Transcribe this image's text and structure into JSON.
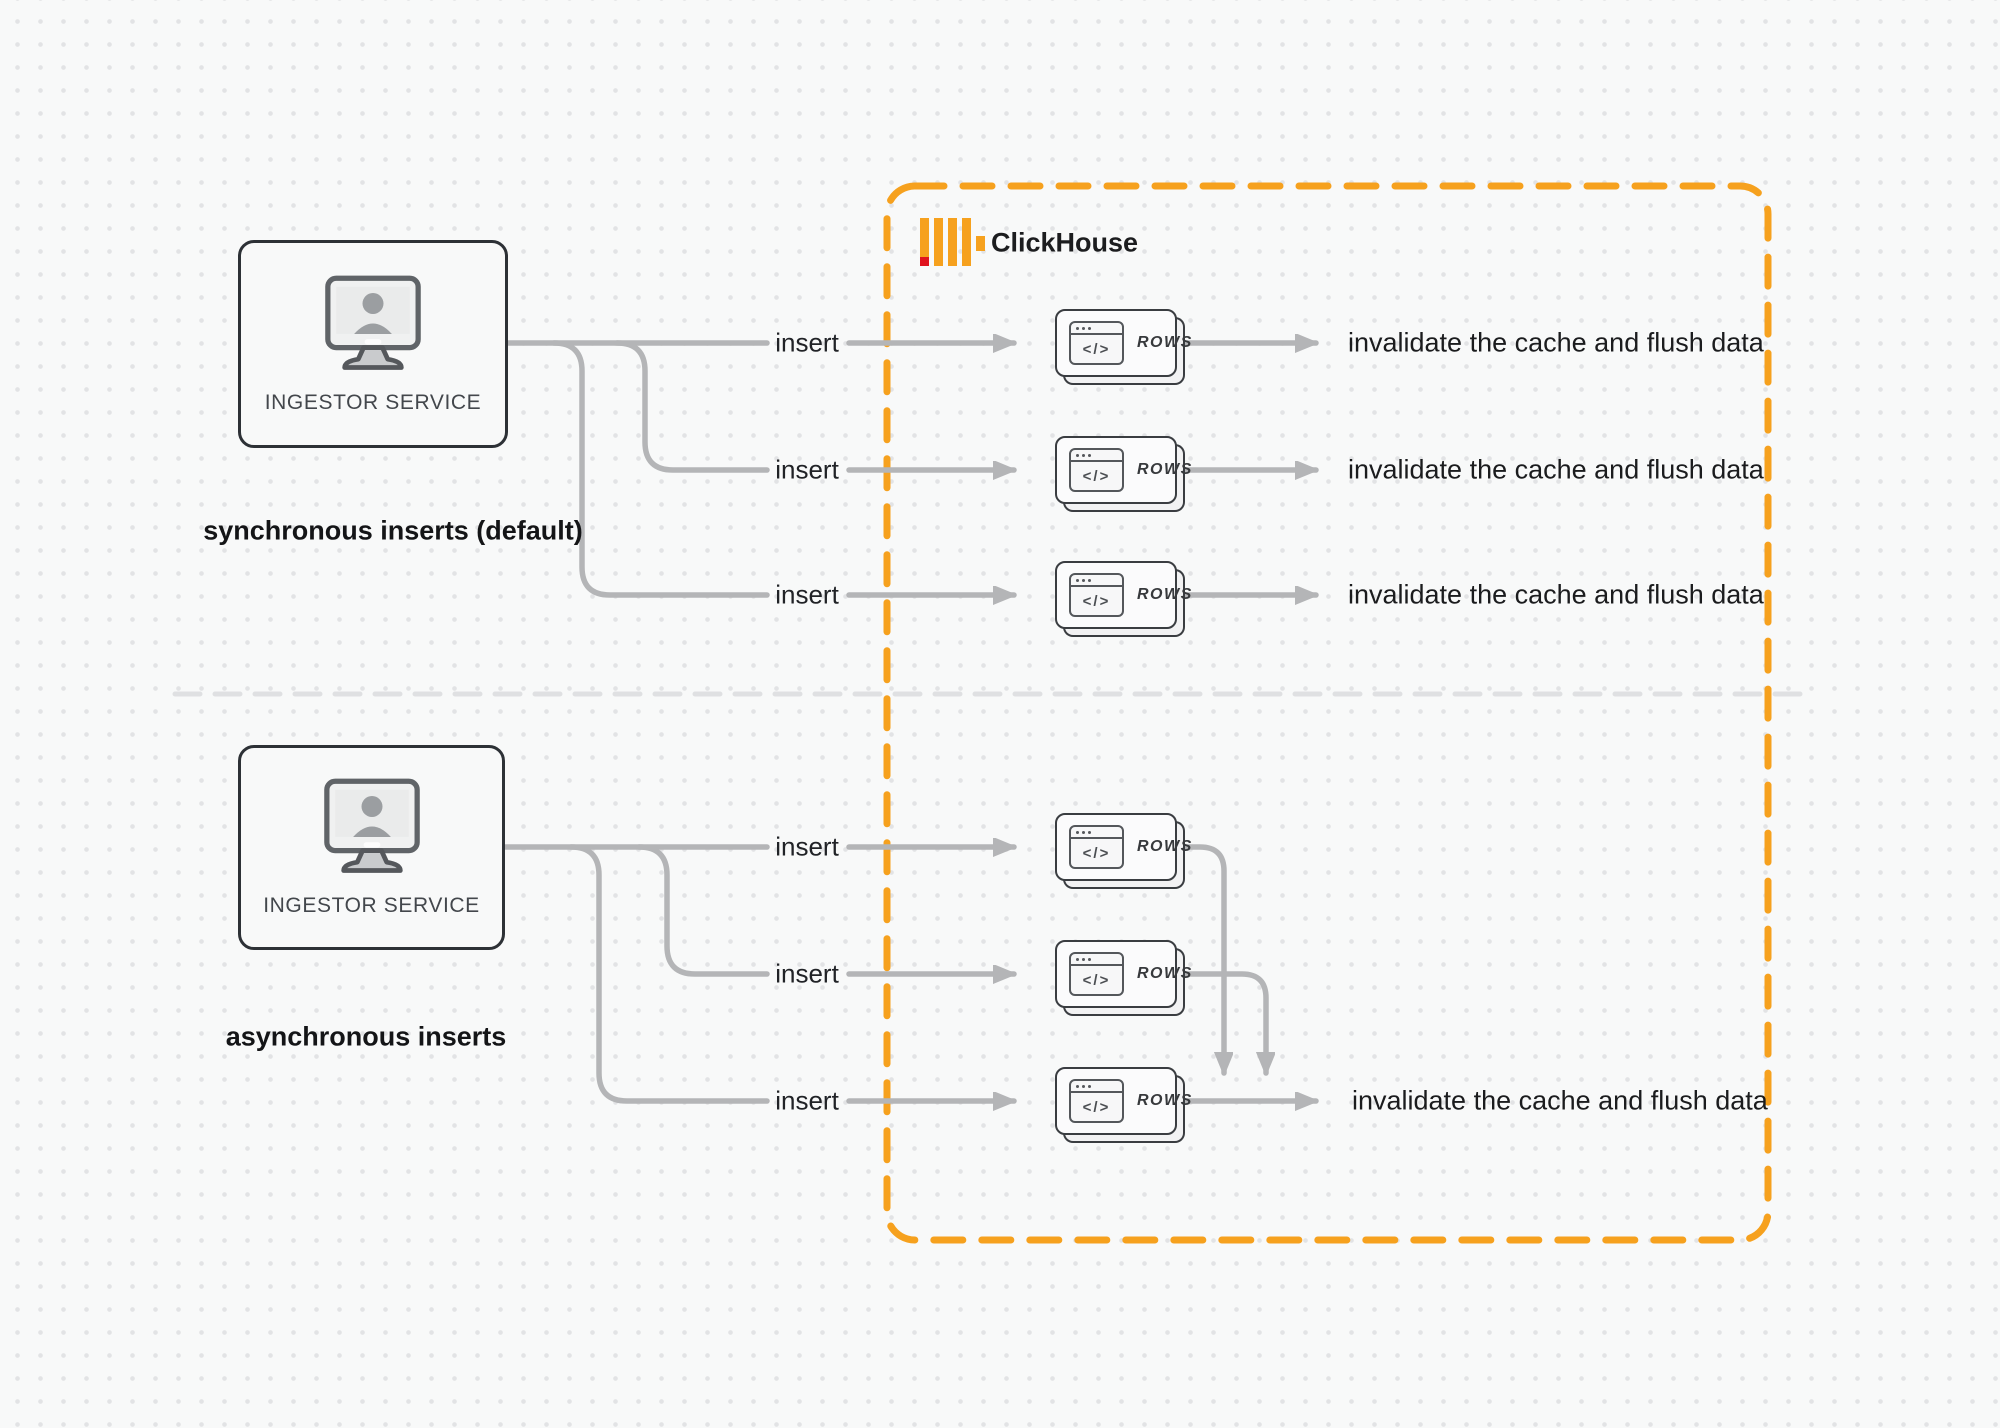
{
  "clickhouse": {
    "label": "ClickHouse"
  },
  "colors": {
    "accent_orange": "#f6a11e",
    "logo_red": "#e0131e",
    "connector_gray": "#b4b5b7",
    "card_border_dark": "#2d3136",
    "background": "#f8f9f9"
  },
  "icons": {
    "ingestor": "monitor-user-icon",
    "rows_card": "code-window-icon",
    "logo": "clickhouse-bars-icon"
  },
  "sync": {
    "caption": "synchronous inserts (default)",
    "ingestor_label": "INGESTOR SERVICE",
    "rows": [
      {
        "insert_label": "insert",
        "card_label": "ROWS",
        "icon_label": "</>",
        "result_label": "invalidate the cache and flush data"
      },
      {
        "insert_label": "insert",
        "card_label": "ROWS",
        "icon_label": "</>",
        "result_label": "invalidate the cache and flush data"
      },
      {
        "insert_label": "insert",
        "card_label": "ROWS",
        "icon_label": "</>",
        "result_label": "invalidate the cache and flush data"
      }
    ]
  },
  "async": {
    "caption": "asynchronous inserts",
    "ingestor_label": "INGESTOR SERVICE",
    "rows": [
      {
        "insert_label": "insert",
        "card_label": "ROWS",
        "icon_label": "</>"
      },
      {
        "insert_label": "insert",
        "card_label": "ROWS",
        "icon_label": "</>"
      },
      {
        "insert_label": "insert",
        "card_label": "ROWS",
        "icon_label": "</>",
        "result_label": "invalidate the cache and flush data"
      }
    ]
  }
}
